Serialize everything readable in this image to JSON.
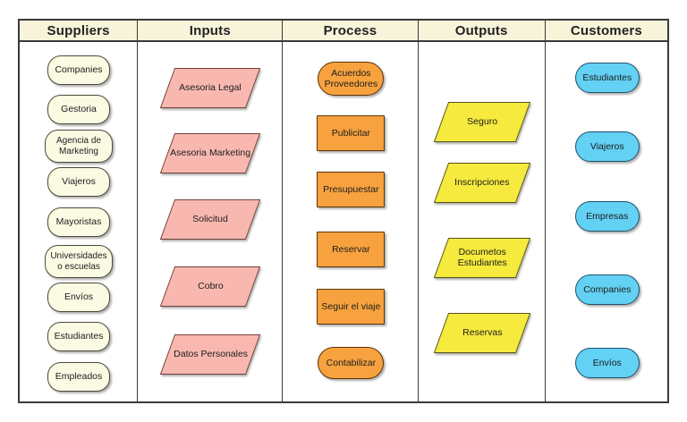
{
  "diagram_type": "SIPOC",
  "background": "#FFFFFF",
  "grid_color": "#3A3A3A",
  "header_bg": "#F7F4DA",
  "columns": {
    "suppliers": {
      "header": "Suppliers",
      "shape": "stadium",
      "fill": "#FBFAE3",
      "border": "#4A4A3C",
      "items": [
        "Companies",
        "Gestoria",
        "Agencia de Marketing",
        "Viajeros",
        "Mayoristas",
        "Universidades o escuelas",
        "Envíos",
        "Estudiantes",
        "Empleados"
      ]
    },
    "inputs": {
      "header": "Inputs",
      "shape": "parallelogram",
      "fill": "#F8B8B0",
      "border": "#70413A",
      "items": [
        "Asesoria Legal",
        "Asesoria Marketing",
        "Solicitud",
        "Cobro",
        "Datos Personales"
      ]
    },
    "process": {
      "header": "Process",
      "fill": "#F7A23E",
      "border": "#5D3306",
      "items": [
        {
          "label": "Acuerdos Proveedores",
          "shape": "stadium"
        },
        {
          "label": "Publicitar",
          "shape": "rectangle"
        },
        {
          "label": "Presupuestar",
          "shape": "rectangle"
        },
        {
          "label": "Reservar",
          "shape": "rectangle"
        },
        {
          "label": "Seguir el viaje",
          "shape": "rectangle"
        },
        {
          "label": "Contabilizar",
          "shape": "stadium"
        }
      ]
    },
    "outputs": {
      "header": "Outputs",
      "shape": "parallelogram",
      "fill": "#F5EA3D",
      "border": "#55521D",
      "items": [
        "Seguro",
        "Inscripciones",
        "Documetos Estudiantes",
        "Reservas"
      ]
    },
    "customers": {
      "header": "Customers",
      "shape": "stadium",
      "fill": "#62D1F4",
      "border": "#20506B",
      "items": [
        "Estudiantes",
        "Viajeros",
        "Empresas",
        "Companies",
        "Envíos"
      ]
    }
  }
}
